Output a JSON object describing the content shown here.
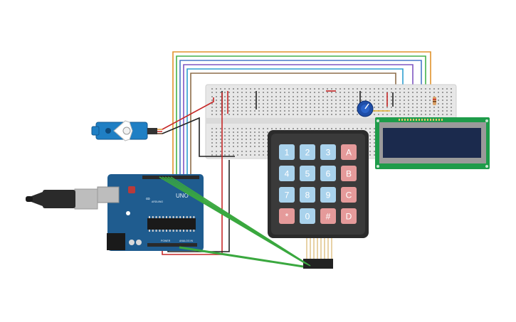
{
  "colors": {
    "background": "#ffffff",
    "arduino_board": "#1f5c8f",
    "breadboard": "#e7e7e7",
    "keypad_body": "#2b2b2b",
    "key_blue": "#a9d2ec",
    "key_red": "#e59a9a",
    "lcd_board": "#1e9c4a",
    "lcd_screen": "#1b2a4d",
    "wire_green": "#3aa83f",
    "wire_red": "#c62828",
    "wire_black": "#222222"
  },
  "keypad": {
    "rows": [
      [
        {
          "label": "1",
          "color": "blue"
        },
        {
          "label": "2",
          "color": "blue"
        },
        {
          "label": "3",
          "color": "blue"
        },
        {
          "label": "A",
          "color": "red"
        }
      ],
      [
        {
          "label": "4",
          "color": "blue"
        },
        {
          "label": "5",
          "color": "blue"
        },
        {
          "label": "6",
          "color": "blue"
        },
        {
          "label": "B",
          "color": "red"
        }
      ],
      [
        {
          "label": "7",
          "color": "blue"
        },
        {
          "label": "8",
          "color": "blue"
        },
        {
          "label": "9",
          "color": "blue"
        },
        {
          "label": "C",
          "color": "red"
        }
      ],
      [
        {
          "label": "*",
          "color": "red"
        },
        {
          "label": "0",
          "color": "blue"
        },
        {
          "label": "#",
          "color": "red"
        },
        {
          "label": "D",
          "color": "red"
        }
      ]
    ]
  },
  "arduino": {
    "brand_text": "ARDUINO",
    "model_text": "UNO",
    "power_label": "POWER",
    "analog_label": "ANALOG IN"
  },
  "icons": [
    "arduino-logo-icon",
    "usb-cable-icon"
  ]
}
